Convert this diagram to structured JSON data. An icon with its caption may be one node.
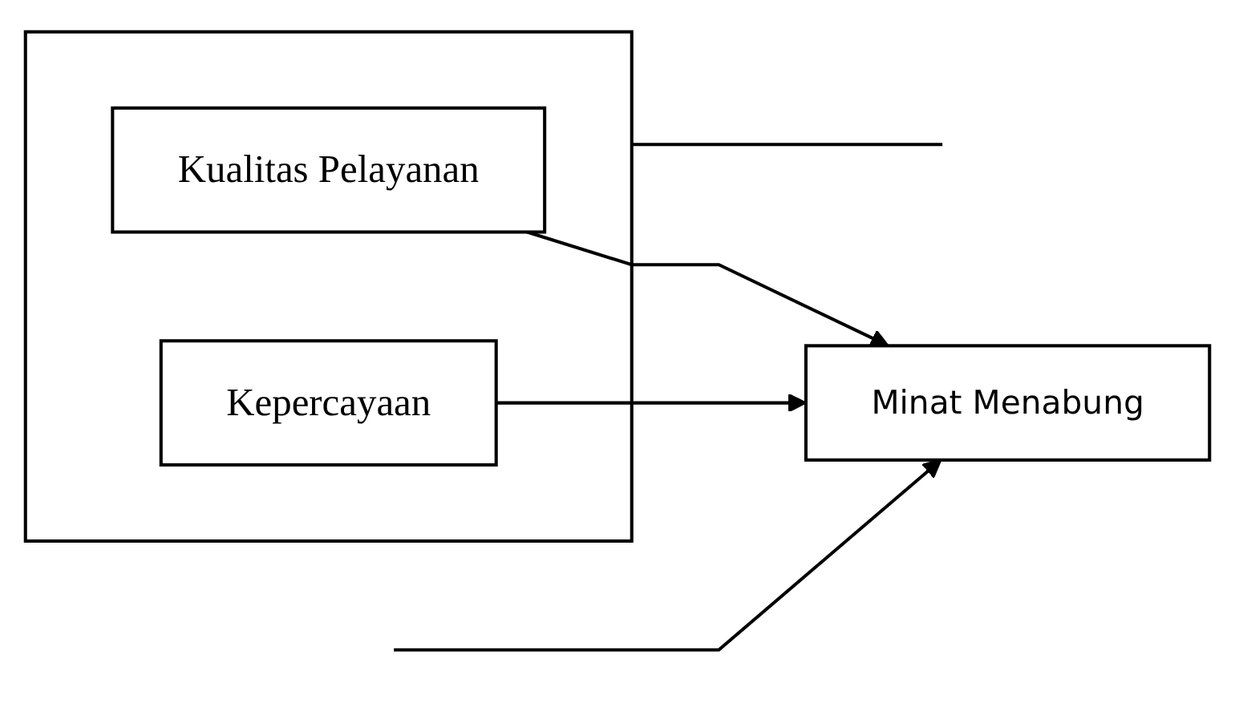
{
  "diagram": {
    "nodes": [
      {
        "text": [],
        "shape": "box"
      },
      {
        "text": [
          "Kualitas Pelayanan"
        ],
        "in": 0
      },
      {
        "text": [
          "Kepercayaan"
        ],
        "in": 0
      },
      {
        "text": [
          "Minat Menabung"
        ]
      }
    ],
    "edges": [
      {
        "from": 1,
        "to": 3,
        "arrow": "to"
      },
      {
        "from": 2,
        "to": 3,
        "arrow": "to"
      },
      {
        "from": 0,
        "to": null,
        "arrow": "none"
      },
      {
        "from": null,
        "to": 3,
        "arrow": "to"
      }
    ]
  }
}
